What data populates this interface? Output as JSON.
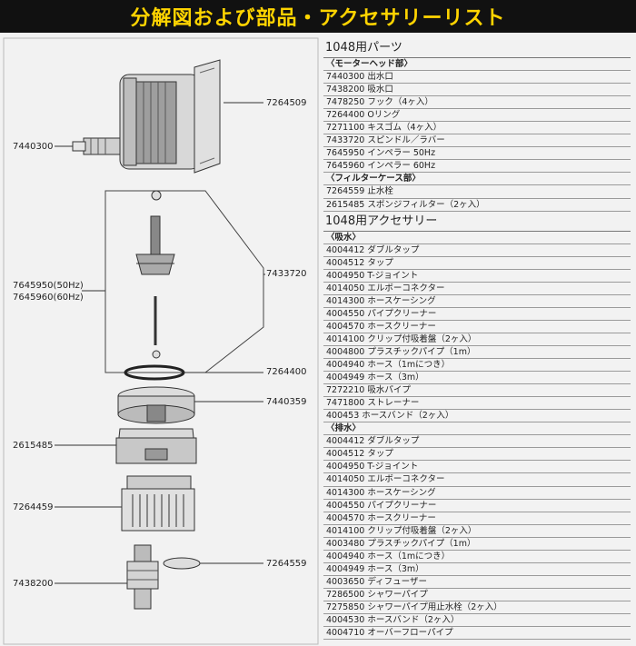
{
  "header": {
    "title": "分解図および部品・アクセサリーリスト"
  },
  "diagram": {
    "callouts": [
      {
        "name": "callout-7264509",
        "text": "7264509"
      },
      {
        "name": "callout-7440300",
        "text": "7440300"
      },
      {
        "name": "callout-7645950-60",
        "text": "7645950(50Hz)\n7645960(60Hz)"
      },
      {
        "name": "callout-7433720",
        "text": "7433720"
      },
      {
        "name": "callout-7264400",
        "text": "7264400"
      },
      {
        "name": "callout-7440359",
        "text": "7440359"
      },
      {
        "name": "callout-2615485",
        "text": "2615485"
      },
      {
        "name": "callout-7264459",
        "text": "7264459"
      },
      {
        "name": "callout-7264559",
        "text": "7264559"
      },
      {
        "name": "callout-7438200",
        "text": "7438200"
      }
    ]
  },
  "list": {
    "rows": [
      {
        "type": "section",
        "text": "1048用パーツ"
      },
      {
        "type": "sub",
        "text": "〈モーターヘッド部〉"
      },
      {
        "type": "item",
        "text": "7440300 出水口"
      },
      {
        "type": "item",
        "text": "7438200 吸水口"
      },
      {
        "type": "item",
        "text": "7478250 フック（4ヶ入）"
      },
      {
        "type": "item",
        "text": "7264400 Oリング"
      },
      {
        "type": "item",
        "text": "7271100 キスゴム（4ヶ入）"
      },
      {
        "type": "item",
        "text": "7433720 スピンドル／ラバー"
      },
      {
        "type": "item",
        "text": "7645950 インペラー 50Hz"
      },
      {
        "type": "item",
        "text": "7645960 インペラー 60Hz"
      },
      {
        "type": "sub",
        "text": "〈フィルターケース部〉"
      },
      {
        "type": "item",
        "text": "7264559 止水栓"
      },
      {
        "type": "item",
        "text": "2615485 スポンジフィルター（2ヶ入）"
      },
      {
        "type": "section",
        "text": "1048用アクセサリー"
      },
      {
        "type": "sub",
        "text": "〈吸水〉"
      },
      {
        "type": "item",
        "text": "4004412 ダブルタップ"
      },
      {
        "type": "item",
        "text": "4004512 タップ"
      },
      {
        "type": "item",
        "text": "4004950 T-ジョイント"
      },
      {
        "type": "item",
        "text": "4014050 エルボーコネクター"
      },
      {
        "type": "item",
        "text": "4014300 ホースケーシング"
      },
      {
        "type": "item",
        "text": "4004550 パイプクリーナー"
      },
      {
        "type": "item",
        "text": "4004570 ホースクリーナー"
      },
      {
        "type": "item",
        "text": "4014100 クリップ付吸着盤（2ヶ入）"
      },
      {
        "type": "item",
        "text": "4004800 プラスチックパイプ（1m）"
      },
      {
        "type": "item",
        "text": "4004940 ホース（1mにつき）"
      },
      {
        "type": "item",
        "text": "4004949 ホース（3m）"
      },
      {
        "type": "item",
        "text": "7272210 吸水パイプ"
      },
      {
        "type": "item",
        "text": "7471800 ストレーナー"
      },
      {
        "type": "item",
        "text": "400453 ホースバンド（2ヶ入）"
      },
      {
        "type": "sub",
        "text": "〈排水〉"
      },
      {
        "type": "item",
        "text": "4004412 ダブルタップ"
      },
      {
        "type": "item",
        "text": "4004512 タップ"
      },
      {
        "type": "item",
        "text": "4004950 T-ジョイント"
      },
      {
        "type": "item",
        "text": "4014050 エルボーコネクター"
      },
      {
        "type": "item",
        "text": "4014300 ホースケーシング"
      },
      {
        "type": "item",
        "text": "4004550 パイプクリーナー"
      },
      {
        "type": "item",
        "text": "4004570 ホースクリーナー"
      },
      {
        "type": "item",
        "text": "4014100 クリップ付吸着盤（2ヶ入）"
      },
      {
        "type": "item",
        "text": "4003480 プラスチックパイプ（1m）"
      },
      {
        "type": "item",
        "text": "4004940 ホース（1mにつき）"
      },
      {
        "type": "item",
        "text": "4004949 ホース（3m）"
      },
      {
        "type": "item",
        "text": "4003650 ディフューザー"
      },
      {
        "type": "item",
        "text": "7286500 シャワーパイプ"
      },
      {
        "type": "item",
        "text": "7275850 シャワーパイプ用止水栓（2ヶ入）"
      },
      {
        "type": "item",
        "text": "4004530 ホースバンド（2ヶ入）"
      },
      {
        "type": "item",
        "text": "4004710 オーバーフローパイプ"
      }
    ]
  }
}
